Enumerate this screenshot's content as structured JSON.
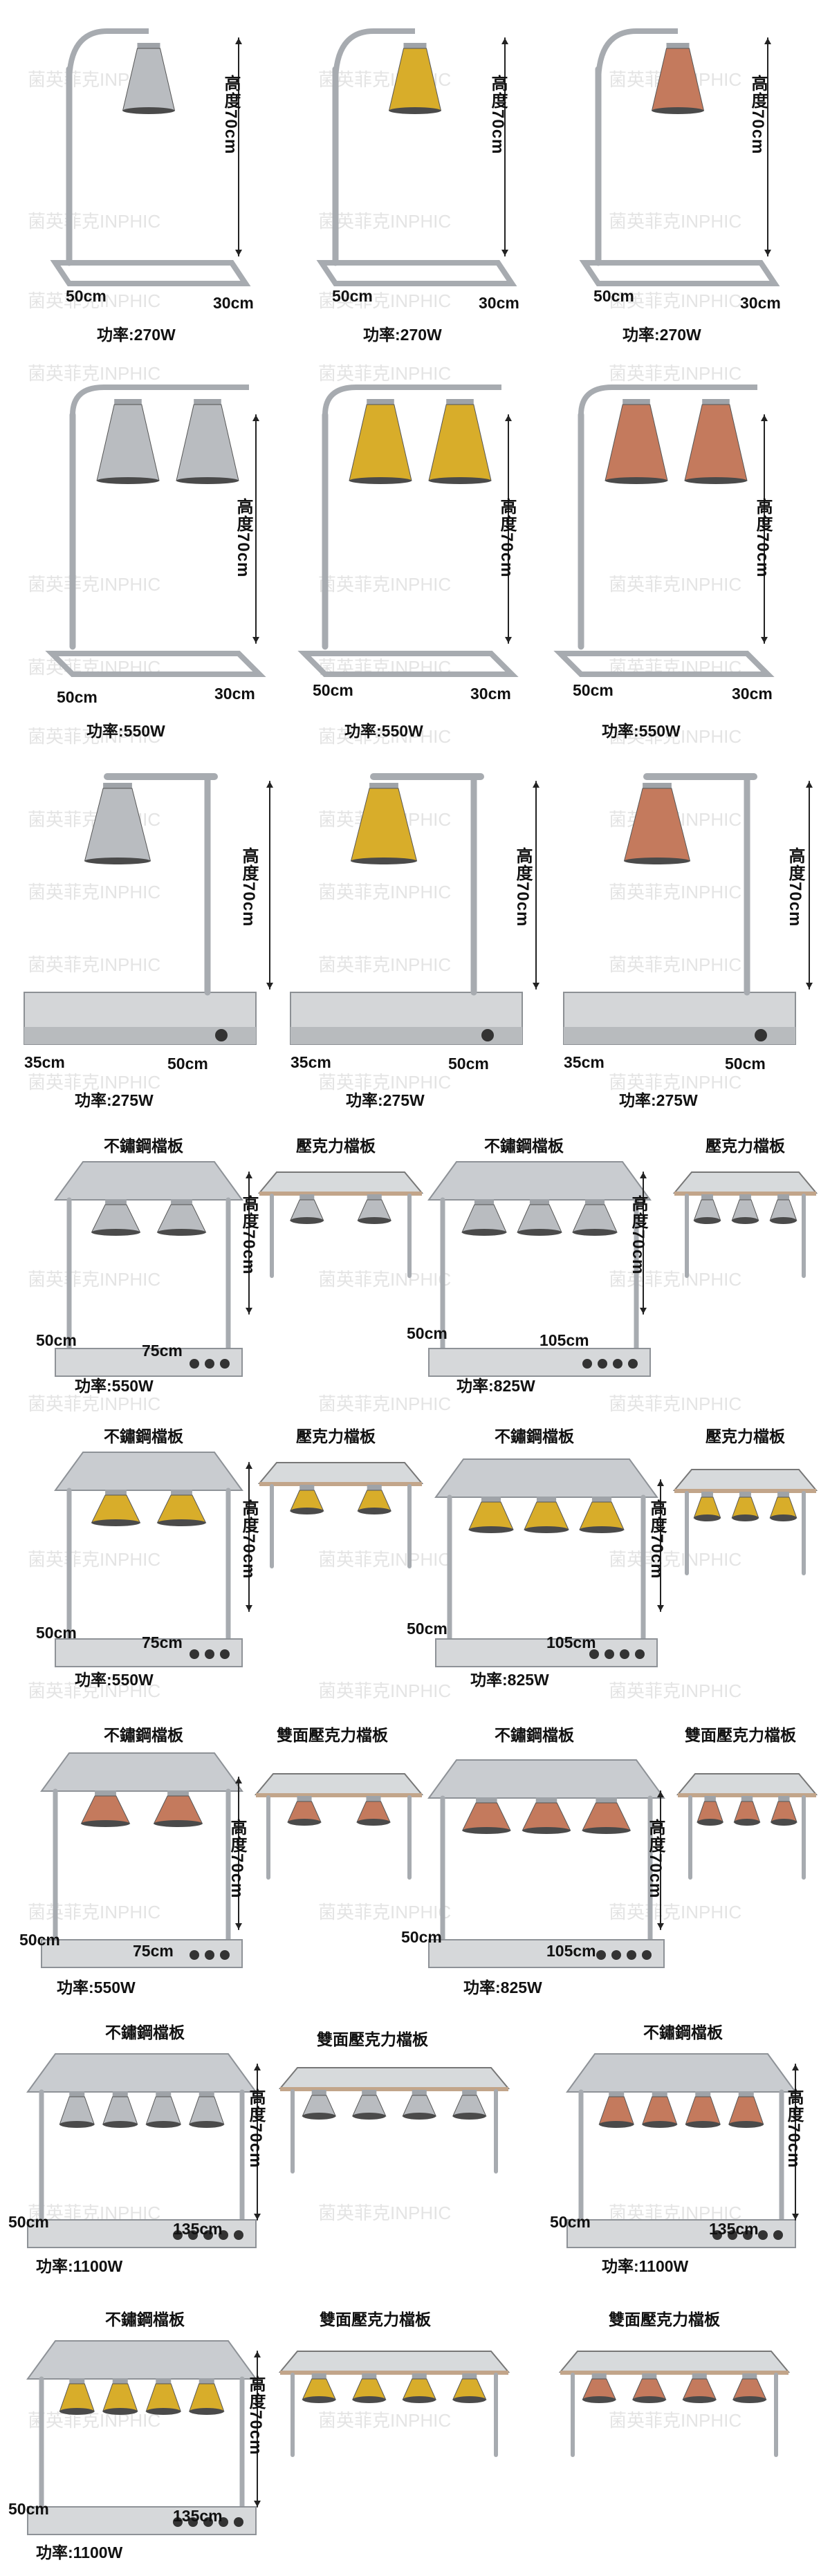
{
  "watermark": "菌英菲克INPHIC",
  "colors": {
    "silver": "#b9bcc0",
    "gold": "#d8ad2a",
    "copper": "#c47a5d",
    "steel": "#c9cccf",
    "text": "#111111"
  },
  "section1": {
    "height_label": "高度70cm",
    "width_label": "50cm",
    "depth_label": "30cm",
    "power": "功率:270W"
  },
  "section2": {
    "height_label": "高度70cm",
    "width_label": "50cm",
    "depth_label": "30cm",
    "power": "功率:550W"
  },
  "section3": {
    "height_label": "高度70cm",
    "depth_label": "35cm",
    "width_label": "50cm",
    "power": "功率:275W"
  },
  "row4": {
    "left_panel": "不鏽鋼檔板",
    "right_panel": "壓克力檔板",
    "height_label": "高度70cm",
    "depth_label": "50cm",
    "width_a": "75cm",
    "width_b": "105cm",
    "power_a": "功率:550W",
    "power_b": "功率:825W"
  },
  "row5": {
    "left_panel": "不鏽鋼檔板",
    "right_panel": "壓克力檔板",
    "height_label": "高度70cm",
    "depth_label": "50cm",
    "width_a": "75cm",
    "width_b": "105cm",
    "power_a": "功率:550W",
    "power_b": "功率:825W"
  },
  "row6": {
    "left_panel": "不鏽鋼檔板",
    "right_panel": "雙面壓克力檔板",
    "height_label": "高度70cm",
    "depth_label": "50cm",
    "width_a": "75cm",
    "width_b": "105cm",
    "power_a": "功率:550W",
    "power_b": "功率:825W"
  },
  "row7": {
    "left_panel": "不鏽鋼檔板",
    "right_panel": "雙面壓克力檔板",
    "height_label": "高度70cm",
    "depth_label": "50cm",
    "width": "135cm",
    "power": "功率:1100W"
  },
  "row8": {
    "left_panel": "不鏽鋼檔板",
    "mid_panel": "雙面壓克力檔板",
    "right_panel": "雙面壓克力檔板",
    "height_label": "高度70cm",
    "depth_label": "50cm",
    "width": "135cm",
    "power": "功率:1100W"
  }
}
